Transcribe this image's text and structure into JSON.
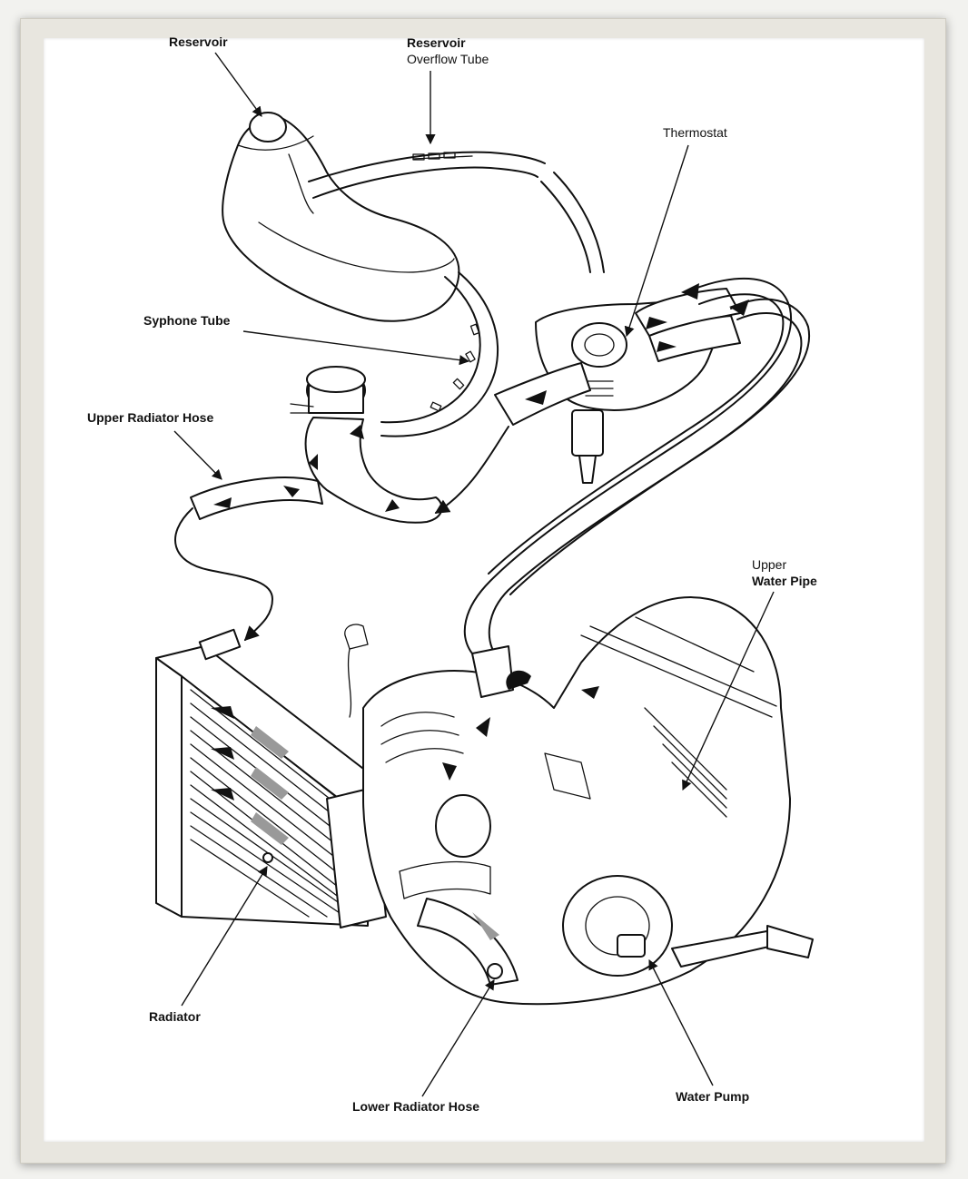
{
  "labels": {
    "reservoir": "Reservoir",
    "overflow_line1": "Reservoir",
    "overflow_line2": "Overflow Tube",
    "thermostat": "Thermostat",
    "syphone_tube": "Syphone Tube",
    "upper_radiator_hose": "Upper Radiator Hose",
    "upper_water_pipe_line1": "Upper",
    "upper_water_pipe_line2": "Water Pipe",
    "radiator": "Radiator",
    "lower_radiator_hose": "Lower Radiator Hose",
    "water_pump": "Water Pump"
  },
  "colors": {
    "ink": "#111111",
    "paper": "#ffffff",
    "frame": "#e8e6df",
    "flow_gray": "#999999"
  }
}
